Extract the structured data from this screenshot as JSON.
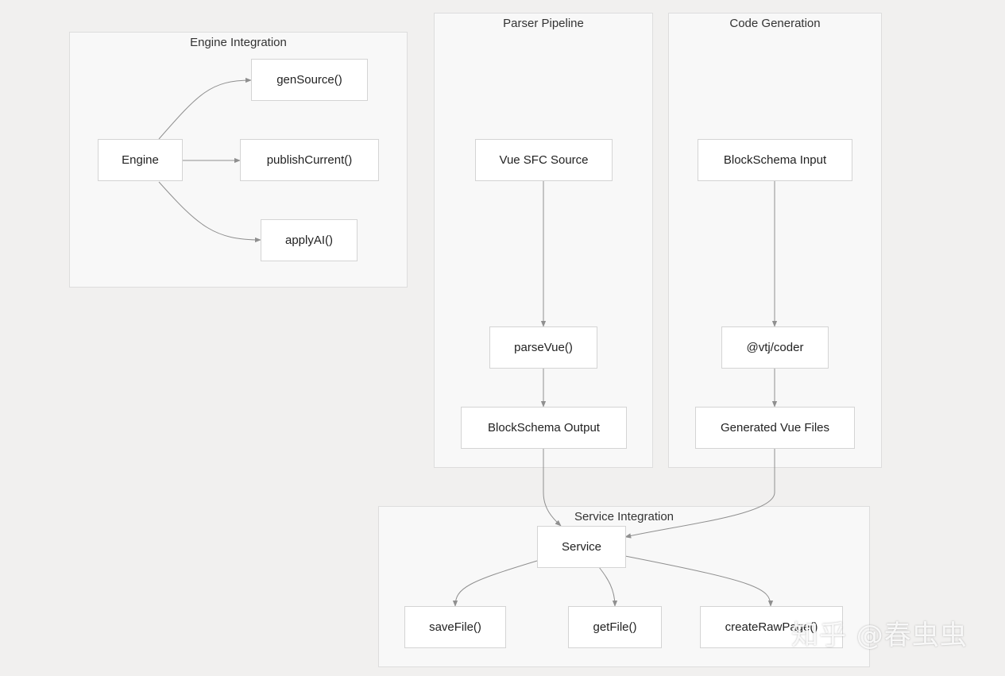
{
  "diagram": {
    "clusters": {
      "engine_integration": "Engine Integration",
      "parser_pipeline": "Parser Pipeline",
      "code_generation": "Code Generation",
      "service_integration": "Service Integration"
    },
    "nodes": {
      "engine": "Engine",
      "gen_source": "genSource()",
      "publish_current": "publishCurrent()",
      "apply_ai": "applyAI()",
      "vue_sfc_source": "Vue SFC Source",
      "parse_vue": "parseVue()",
      "blockschema_output": "BlockSchema Output",
      "blockschema_input": "BlockSchema Input",
      "vtj_coder": "@vtj/coder",
      "generated_vue_files": "Generated Vue Files",
      "service": "Service",
      "save_file": "saveFile()",
      "get_file": "getFile()",
      "create_raw_page": "createRawPage()"
    },
    "edges": [
      {
        "from": "engine",
        "to": "gen_source"
      },
      {
        "from": "engine",
        "to": "publish_current"
      },
      {
        "from": "engine",
        "to": "apply_ai"
      },
      {
        "from": "vue_sfc_source",
        "to": "parse_vue"
      },
      {
        "from": "parse_vue",
        "to": "blockschema_output"
      },
      {
        "from": "blockschema_input",
        "to": "vtj_coder"
      },
      {
        "from": "vtj_coder",
        "to": "generated_vue_files"
      },
      {
        "from": "blockschema_output",
        "to": "service"
      },
      {
        "from": "generated_vue_files",
        "to": "service"
      },
      {
        "from": "service",
        "to": "save_file"
      },
      {
        "from": "service",
        "to": "get_file"
      },
      {
        "from": "service",
        "to": "create_raw_page"
      }
    ]
  },
  "colors": {
    "background": "#f1f0ef",
    "cluster_fill": "#f8f8f8",
    "node_fill": "#ffffff",
    "edge": "#8f8f8f"
  },
  "watermark": "知乎 @春虫虫"
}
